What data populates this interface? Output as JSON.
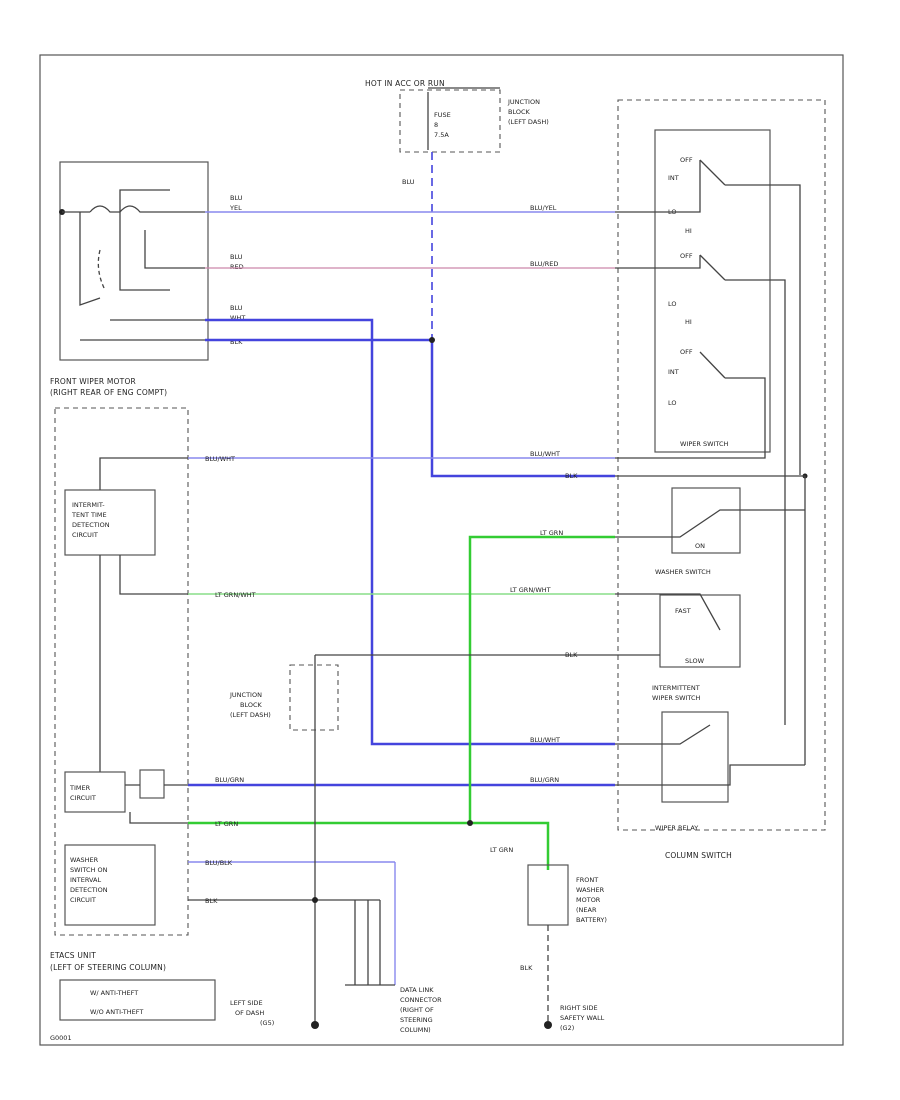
{
  "colors": {
    "blue": "#4444dd",
    "light_blue": "#8888ee",
    "green": "#33cc33",
    "light_green": "#88dd88",
    "pink": "#cc88aa",
    "wire": "#444444"
  },
  "power": {
    "hot_label": "HOT IN ACC OR RUN",
    "fuse_label": "FUSE",
    "fuse_num": "8",
    "fuse_amp": "7.5A",
    "junction_block_top": [
      "JUNCTION",
      "BLOCK",
      "(LEFT DASH)"
    ],
    "wire_color_top": "BLU"
  },
  "front_wiper_motor": {
    "label_line1": "FRONT WIPER MOTOR",
    "label_line2": "(RIGHT REAR OF ENG COMPT)",
    "wire_labels": [
      "BLU",
      "YEL",
      "BLU",
      "RED",
      "BLU",
      "WHT",
      "BLK"
    ]
  },
  "etacs": {
    "label_line1": "ETACS UNIT",
    "label_line2": "(LEFT OF STEERING COLUMN)",
    "intermittent_circuit": [
      "INTERMIT-",
      "TENT TIME",
      "DETECTION",
      "CIRCUIT"
    ],
    "timer_circuit": [
      "TIMER",
      "CIRCUIT"
    ],
    "washer_circuit": [
      "WASHER",
      "SWITCH ON",
      "INTERVAL",
      "DETECTION",
      "CIRCUIT"
    ],
    "legend_1": "W/ ANTI-THEFT",
    "legend_2": "W/O ANTI-THEFT"
  },
  "wires": {
    "blu_yel": "BLU/YEL",
    "blu_red": "BLU/RED",
    "blu_wht": "BLU/WHT",
    "blk": "BLK",
    "lt_grn": "LT GRN",
    "lt_grn_wht": "LT GRN/WHT",
    "blu_blk": "BLU/BLK",
    "blu_grn": "BLU/GRN",
    "blk2": "BLK"
  },
  "column_switch": {
    "label": "COLUMN SWITCH",
    "wiper_switch": "WIPER SWITCH",
    "washer_switch": "WASHER SWITCH",
    "intermittent_switch": [
      "INTERMITTENT",
      "WIPER SWITCH"
    ],
    "wiper_relay": "WIPER RELAY",
    "positions": [
      "OFF",
      "INT",
      "LO",
      "HI"
    ],
    "washer_on": "ON",
    "fast": "FAST",
    "slow": "SLOW"
  },
  "junction_block_mid": [
    "JUNCTION",
    "BLOCK",
    "(LEFT DASH)"
  ],
  "grounds": {
    "left": [
      "LEFT SIDE",
      "OF DASH",
      "(G5)"
    ],
    "dlc": [
      "DATA LINK",
      "CONNECTOR",
      "(RIGHT OF",
      "STEERING",
      "COLUMN)"
    ],
    "right": [
      "RIGHT SIDE",
      "SAFETY WALL",
      "(G2)"
    ]
  },
  "washer_motor": [
    "FRONT",
    "WASHER",
    "MOTOR",
    "(NEAR",
    "BATTERY)"
  ],
  "footer_code": "G0001"
}
